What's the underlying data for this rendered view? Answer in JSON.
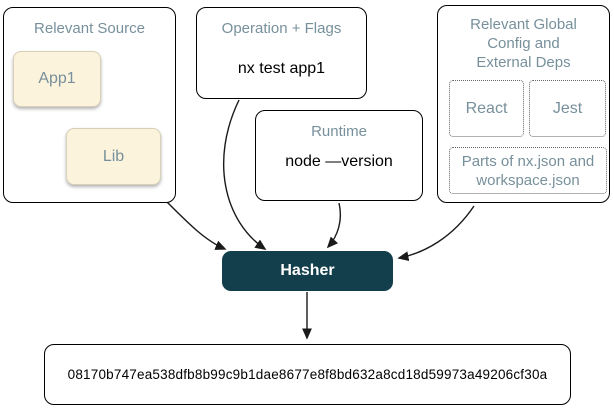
{
  "diagram": {
    "relevant_source": {
      "title": "Relevant Source",
      "nodes": {
        "app1": "App1",
        "lib": "Lib"
      }
    },
    "operation_flags": {
      "title": "Operation + Flags",
      "command": "nx test app1"
    },
    "runtime": {
      "title": "Runtime",
      "command": "node —version"
    },
    "global_config": {
      "title_lines": [
        "Relevant Global",
        "Config and",
        "External Deps"
      ],
      "deps": {
        "react": "React",
        "jest": "Jest"
      },
      "note_lines": [
        "Parts of nx.json and",
        "workspace.json"
      ]
    },
    "hasher": {
      "label": "Hasher"
    },
    "output": {
      "hash": "08170b747ea538dfb8b99c9b1dae8677e8f8bd632a8cd18d59973a49206cf30a"
    },
    "edges": [
      {
        "from": "App1",
        "to": "Lib"
      },
      {
        "from": "Relevant Source",
        "to": "Hasher"
      },
      {
        "from": "Operation + Flags",
        "to": "Hasher"
      },
      {
        "from": "Runtime",
        "to": "Hasher"
      },
      {
        "from": "Relevant Global Config and External Deps",
        "to": "Hasher"
      },
      {
        "from": "Hasher",
        "to": "hash output"
      }
    ],
    "colors": {
      "background": "#ffffff",
      "title_slate": "#77909b",
      "node_cream_fill": "#fbf3dc",
      "node_cream_border": "#d9d0ba",
      "hasher_fill": "#133e4c",
      "hasher_text": "#ffffff",
      "panel_border": "#000000",
      "arrow": "#1a1a1a"
    }
  }
}
